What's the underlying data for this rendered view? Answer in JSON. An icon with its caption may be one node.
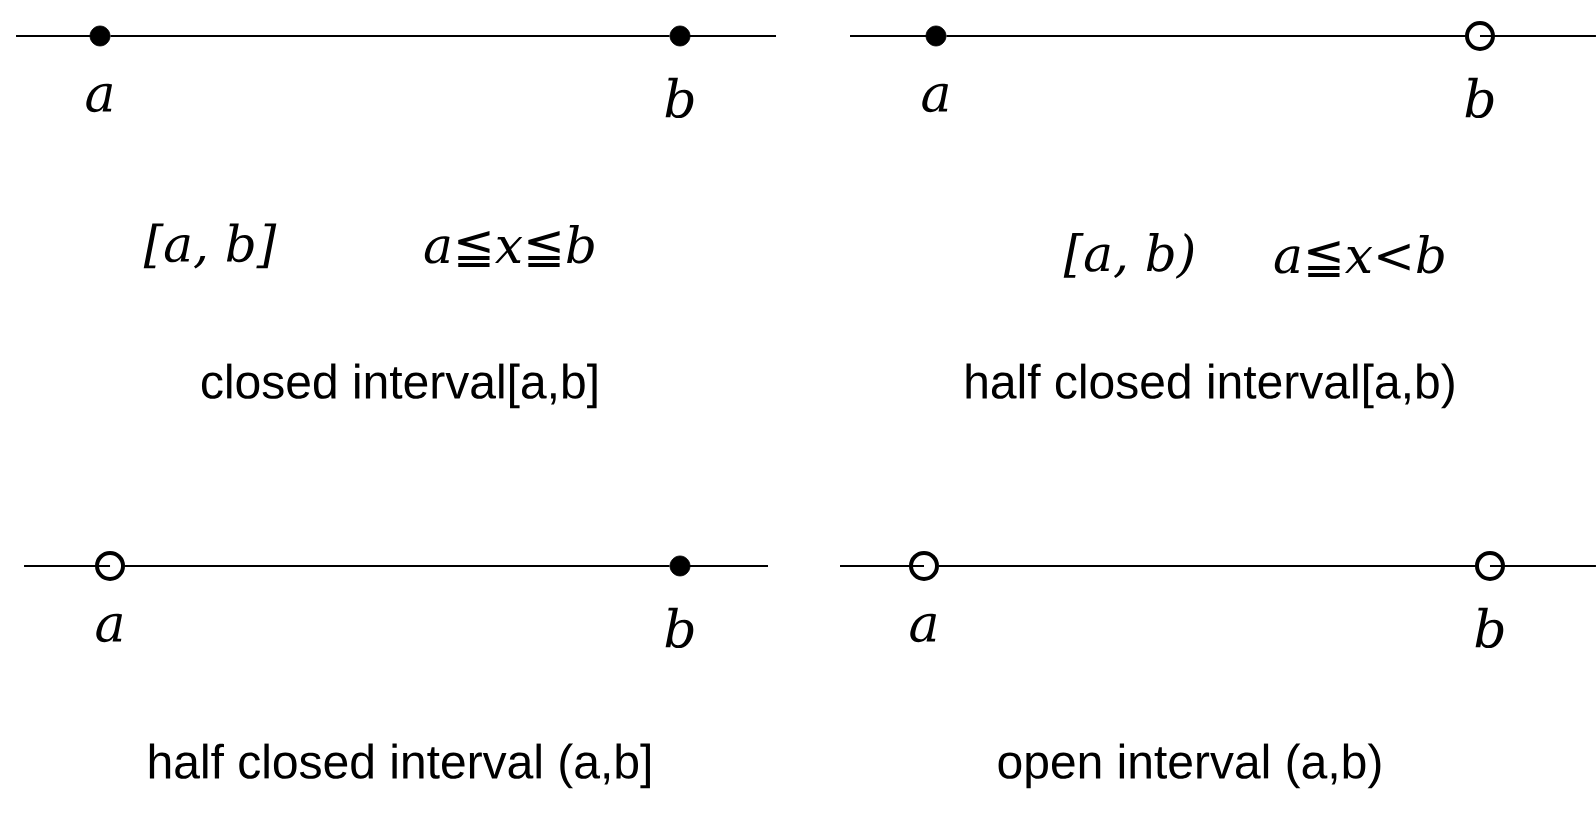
{
  "diagram": {
    "nodes": [
      {
        "text": [],
        "shape": "dot",
        "beside": [
          "a"
        ]
      },
      {
        "text": [],
        "shape": "dot",
        "beside": [
          "b"
        ]
      },
      {
        "text": [],
        "shape": "dot",
        "beside": [
          "a"
        ]
      },
      {
        "text": [],
        "shape": "circle",
        "beside": [
          "b"
        ]
      },
      {
        "text": [],
        "shape": "circle",
        "beside": [
          "a"
        ]
      },
      {
        "text": [],
        "shape": "dot",
        "beside": [
          "b"
        ]
      },
      {
        "text": [],
        "shape": "circle",
        "beside": [
          "a"
        ]
      },
      {
        "text": [],
        "shape": "circle",
        "beside": [
          "b"
        ]
      }
    ],
    "edges": [
      {
        "from": 0,
        "to": 1,
        "arrow": "none"
      },
      {
        "from": 2,
        "to": 3,
        "arrow": "none"
      },
      {
        "from": 4,
        "to": 5,
        "arrow": "none"
      },
      {
        "from": 6,
        "to": 7,
        "arrow": "none"
      }
    ],
    "labels": [
      "[a, b]",
      "a≦x≦b",
      "[a, b)",
      "a≦x<b",
      "closed interval[a,b]",
      "half closed interval[a,b)",
      "half closed interval (a,b]",
      "open interval (a,b)"
    ]
  }
}
